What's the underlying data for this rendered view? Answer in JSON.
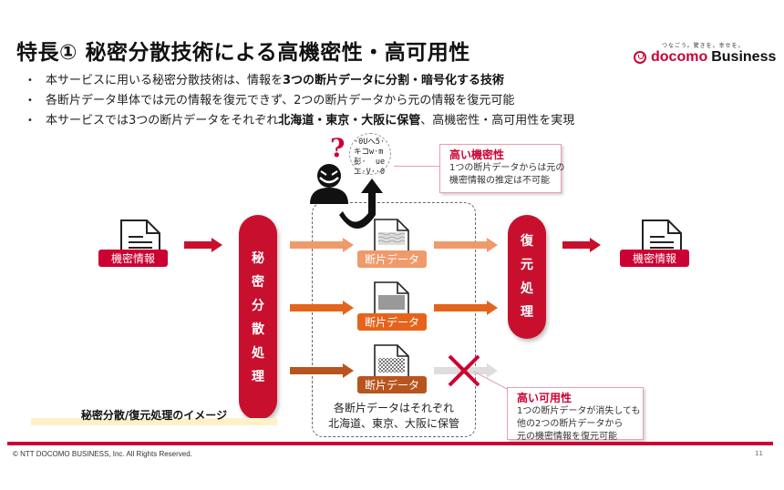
{
  "header": {
    "title": "特長① 秘密分散技術による高機密性・高可用性",
    "logo_tagline": "つなごう。驚きを。幸せを。",
    "logo_brand": "docomo",
    "logo_business": "Business"
  },
  "bullets": [
    {
      "plain_before": "本サービスに用いる秘密分散技術は、情報を",
      "bold": "3つの断片データに分割・暗号化する技術",
      "plain_after": ""
    },
    {
      "plain_before": "各断片データ単体では元の情報を復元できず、2つの断片データから元の情報を復元可能",
      "bold": "",
      "plain_after": ""
    },
    {
      "plain_before": "本サービスでは3つの断片データをそれぞれ",
      "bold": "北海道・東京・大阪に保管",
      "plain_after": "、高機密性・高可用性を実現"
    }
  ],
  "diagram": {
    "input_label": "機密情報",
    "output_label": "機密情報",
    "split_process": [
      "秘",
      "密",
      "分",
      "散",
      "処",
      "理"
    ],
    "restore_process": [
      "復",
      "元",
      "処",
      "理"
    ],
    "fragments": [
      {
        "label": "断片データ",
        "color": "#ef9a6b"
      },
      {
        "label": "断片データ",
        "color": "#e5641c"
      },
      {
        "label": "断片データ",
        "color": "#b8551f"
      }
    ],
    "cipher_lines": [
      "·0Uへ5·",
      "キコw·m",
      "彭·  ue",
      "エ·V··0"
    ],
    "storage_note_lines": [
      "各断片データはそれぞれ",
      "北海道、東京、大阪に保管"
    ],
    "confidentiality_callout": {
      "title": "高い機密性",
      "lines": [
        "1つの断片データからは元の",
        "機密情報の推定は不可能"
      ]
    },
    "availability_callout": {
      "title": "高い可用性",
      "lines": [
        "1つの断片データが消失しても",
        "他の2つの断片データから",
        "元の機密情報を復元可能"
      ]
    },
    "caption": "秘密分散/復元処理のイメージ"
  },
  "colors": {
    "brand_red": "#cc0033",
    "process_red": "#c8102e",
    "fragment_light": "#ef9a6b",
    "fragment_mid": "#e5641c",
    "fragment_dark": "#b8551f",
    "highlight": "#fdf1c7"
  },
  "footer": {
    "copyright": "© NTT DOCOMO BUSINESS, Inc. All Rights Reserved.",
    "page_number": "11"
  }
}
